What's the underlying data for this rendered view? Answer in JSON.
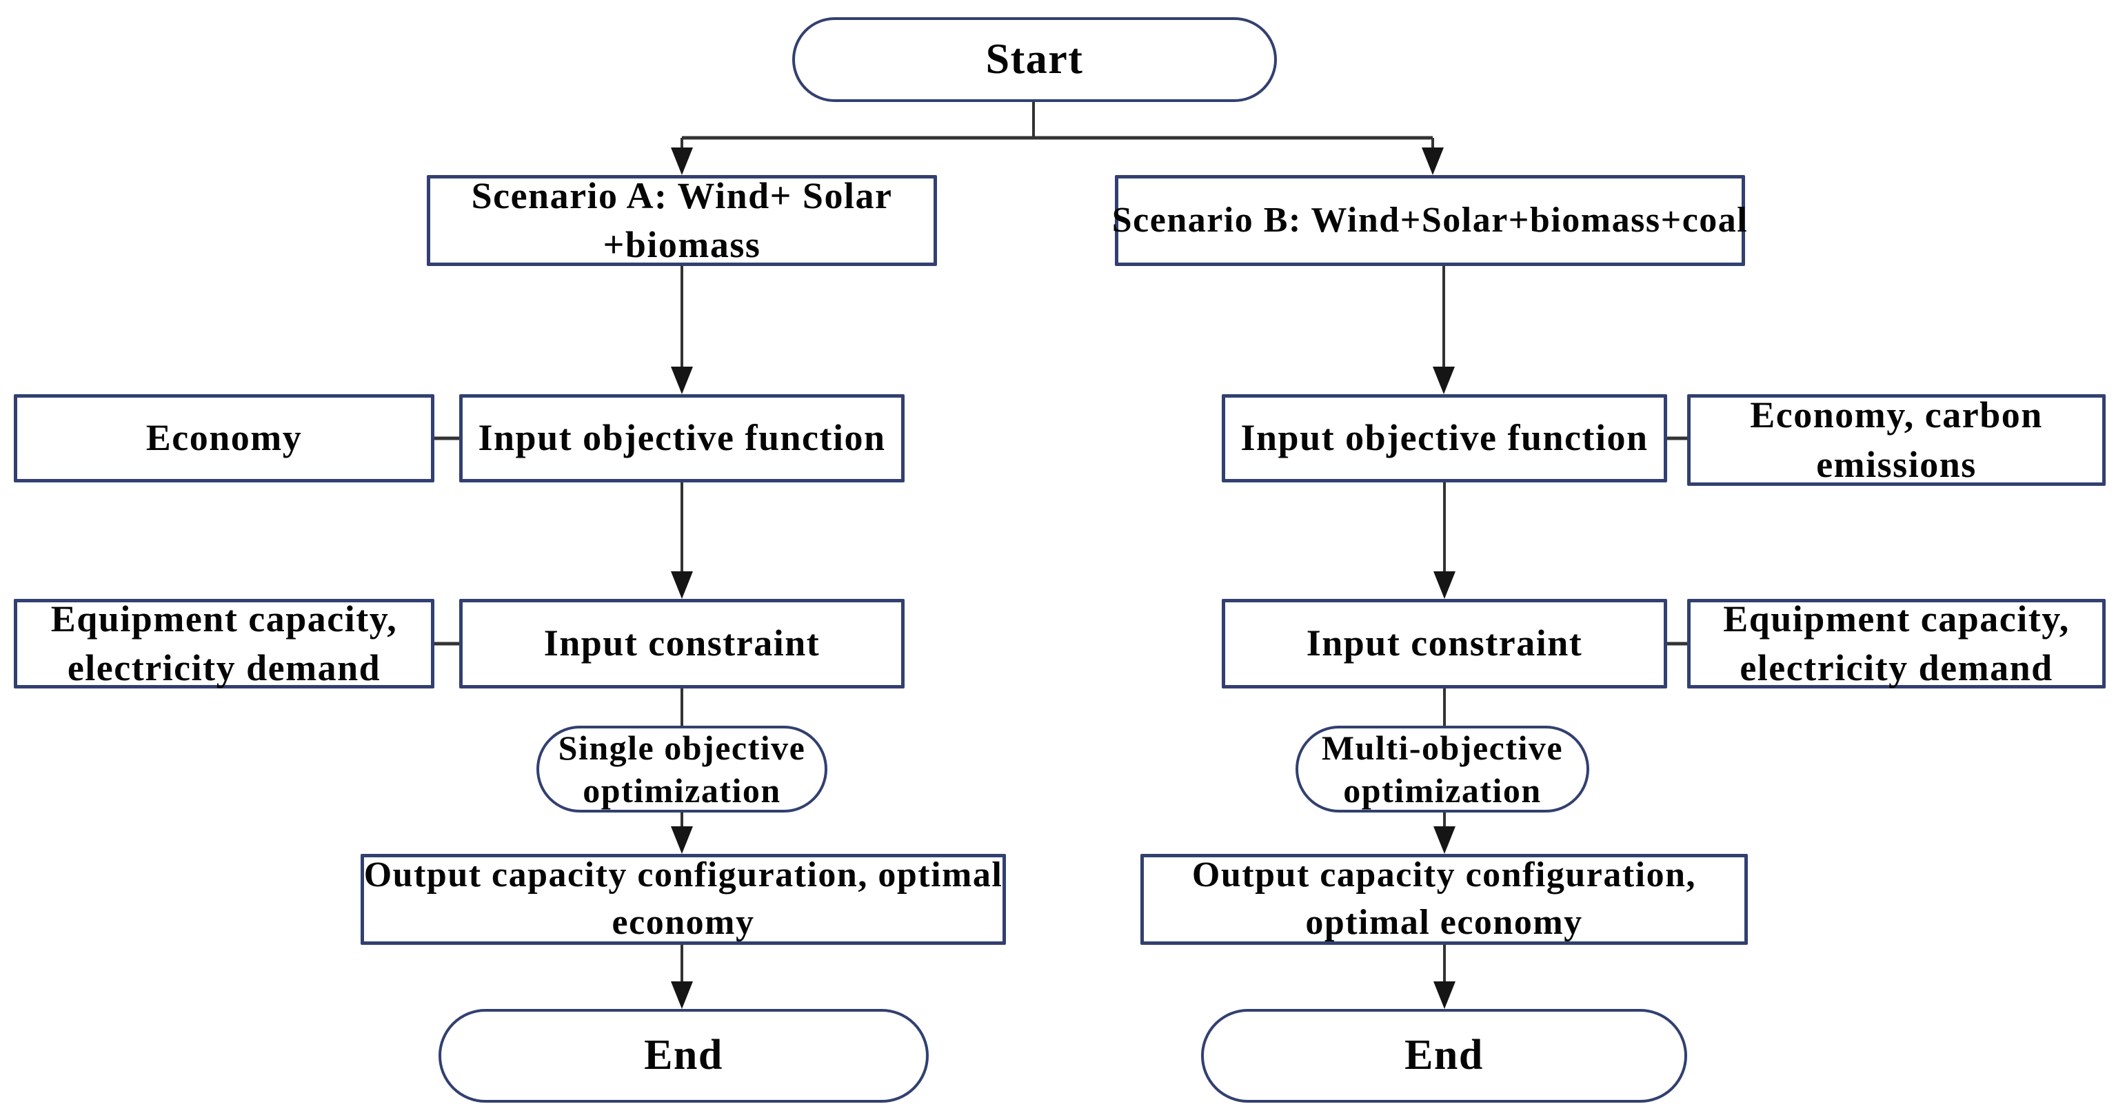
{
  "diagram": {
    "background": "#ffffff",
    "node_border_color": "#324070",
    "connector_color": "#333333",
    "arrowhead_color": "#151515",
    "text_color": "#050505",
    "nodes": {
      "start": {
        "label": "Start",
        "shape": "stadium"
      },
      "scenario_a": {
        "lines": [
          "Scenario A: Wind+ Solar",
          "+biomass"
        ],
        "shape": "rect"
      },
      "scenario_b": {
        "lines": [
          "Scenario B: Wind+Solar+biomass+coal"
        ],
        "shape": "rect"
      },
      "economy_a": {
        "lines": [
          "Economy"
        ],
        "shape": "rect"
      },
      "input_objective_a": {
        "lines": [
          "Input objective function"
        ],
        "shape": "rect"
      },
      "input_objective_b": {
        "lines": [
          "Input objective function"
        ],
        "shape": "rect"
      },
      "economy_carbon_b": {
        "lines": [
          "Economy, carbon",
          "emissions"
        ],
        "shape": "rect"
      },
      "equipment_a": {
        "lines": [
          "Equipment capacity,",
          "electricity demand"
        ],
        "shape": "rect"
      },
      "input_constraint_a": {
        "lines": [
          "Input constraint"
        ],
        "shape": "rect"
      },
      "input_constraint_b": {
        "lines": [
          "Input constraint"
        ],
        "shape": "rect"
      },
      "equipment_b": {
        "lines": [
          "Equipment capacity,",
          "electricity demand"
        ],
        "shape": "rect"
      },
      "single_objective": {
        "lines": [
          "Single objective",
          "optimization"
        ],
        "shape": "stadium"
      },
      "multi_objective": {
        "lines": [
          "Multi-objective",
          "optimization"
        ],
        "shape": "stadium"
      },
      "output_a": {
        "lines": [
          "Output capacity configuration, optimal",
          "economy"
        ],
        "shape": "rect"
      },
      "output_b": {
        "lines": [
          "Output capacity configuration,",
          "optimal economy"
        ],
        "shape": "rect"
      },
      "end_a": {
        "label": "End",
        "shape": "stadium"
      },
      "end_b": {
        "label": "End",
        "shape": "stadium"
      }
    }
  }
}
